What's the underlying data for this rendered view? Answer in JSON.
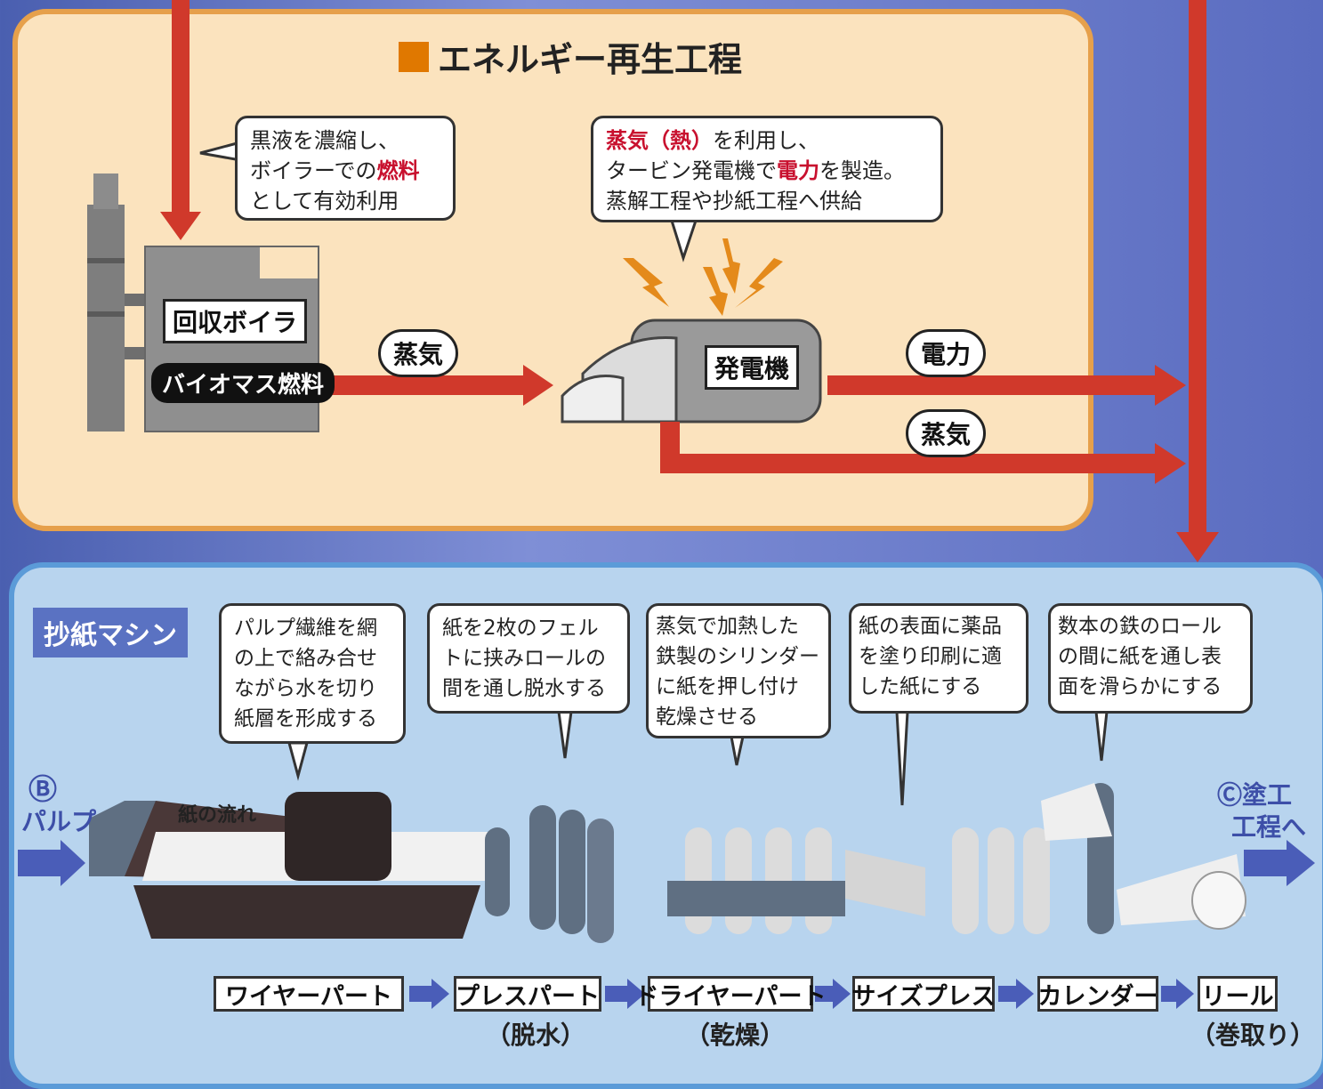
{
  "energy": {
    "title": "エネルギー再生工程",
    "bubble_boiler": {
      "line1": "黒液を濃縮し、",
      "line2a": "ボイラーでの",
      "line2b": "燃料",
      "line3": "として有効利用"
    },
    "bubble_turbine": {
      "l1a": "蒸気（熱）",
      "l1b": "を利用し、",
      "l2a": "タービン発電機で",
      "l2b": "電力",
      "l2c": "を製造。",
      "l3": "蒸解工程や抄紙工程へ供給"
    },
    "recovery_boiler": "回収ボイラ",
    "biomass_fuel": "バイオマス燃料",
    "steam_label": "蒸気",
    "generator": "発電機",
    "power_label": "電力",
    "steam_label_2": "蒸気"
  },
  "machine": {
    "title": "抄紙マシン",
    "bubbles": [
      {
        "lines": [
          "パルプ繊維を網",
          "の上で絡み合せ",
          "ながら水を切り",
          "紙層を形成する"
        ]
      },
      {
        "lines": [
          "紙を2枚のフェル",
          "トに挟みロールの",
          "間を通し脱水する"
        ]
      },
      {
        "lines": [
          "蒸気で加熱した",
          "鉄製のシリンダー",
          "に紙を押し付け",
          "乾燥させる"
        ]
      },
      {
        "lines": [
          "紙の表面に薬品",
          "を塗り印刷に適",
          "した紙にする"
        ]
      },
      {
        "lines": [
          "数本の鉄のロール",
          "の間に紙を通し表",
          "面を滑らかにする"
        ]
      }
    ],
    "input_marker": "Ⓑ",
    "input_label": "パルプ",
    "flow_label": "紙の流れ",
    "output_line1": "Ⓒ塗工",
    "output_line2": "工程へ",
    "steps": [
      "ワイヤーパート",
      "プレスパート",
      "ドライヤーパート",
      "サイズプレス",
      "カレンダー",
      "リール"
    ],
    "step_subs": [
      "（脱水）",
      "（乾燥）",
      "（巻取り）"
    ]
  },
  "colors": {
    "arrow_red": "#d0392b",
    "arrow_blue": "#4a5db8",
    "energy_bg": "#fbe3be",
    "machine_bg": "#b8d4ee"
  }
}
